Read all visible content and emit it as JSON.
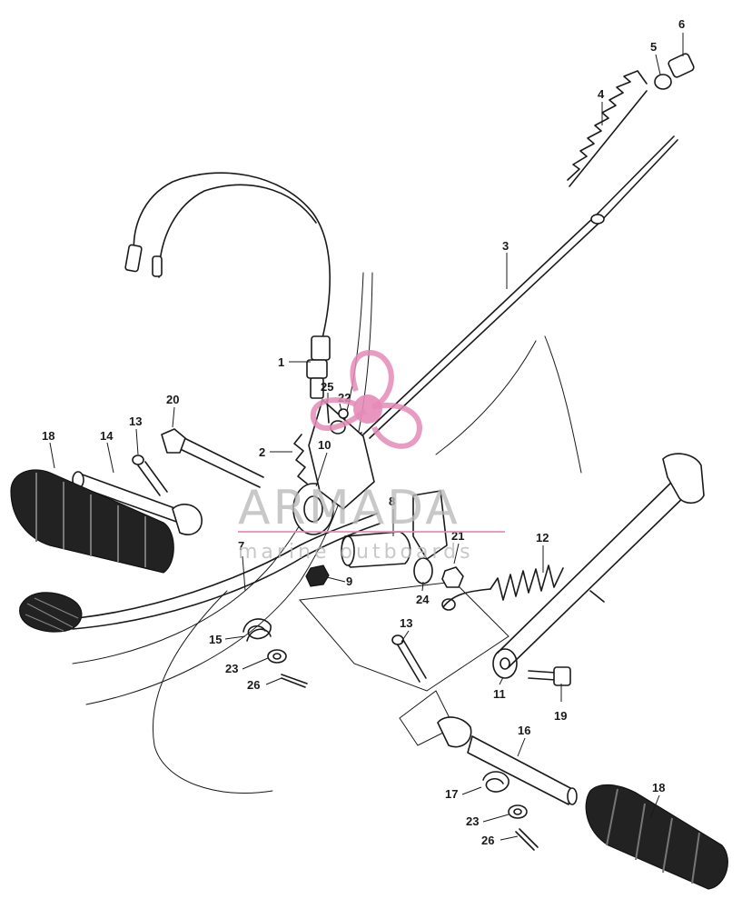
{
  "watermark": {
    "brand": "ARMADA",
    "tagline": "marine outboards",
    "colors": {
      "logo_pink": "#e58bb8",
      "text_grey": "#b9b9b9"
    }
  },
  "callouts": [
    {
      "id": "c1",
      "label": "1"
    },
    {
      "id": "c2",
      "label": "2"
    },
    {
      "id": "c3",
      "label": "3"
    },
    {
      "id": "c4",
      "label": "4"
    },
    {
      "id": "c5",
      "label": "5"
    },
    {
      "id": "c6",
      "label": "6"
    },
    {
      "id": "c7",
      "label": "7"
    },
    {
      "id": "c8",
      "label": "8"
    },
    {
      "id": "c9",
      "label": "9"
    },
    {
      "id": "c10",
      "label": "10"
    },
    {
      "id": "c11",
      "label": "11"
    },
    {
      "id": "c12",
      "label": "12"
    },
    {
      "id": "c13a",
      "label": "13"
    },
    {
      "id": "c13b",
      "label": "13"
    },
    {
      "id": "c14",
      "label": "14"
    },
    {
      "id": "c15",
      "label": "15"
    },
    {
      "id": "c16",
      "label": "16"
    },
    {
      "id": "c17",
      "label": "17"
    },
    {
      "id": "c18a",
      "label": "18"
    },
    {
      "id": "c18b",
      "label": "18"
    },
    {
      "id": "c19",
      "label": "19"
    },
    {
      "id": "c20",
      "label": "20"
    },
    {
      "id": "c21",
      "label": "21"
    },
    {
      "id": "c22",
      "label": "22"
    },
    {
      "id": "c23a",
      "label": "23"
    },
    {
      "id": "c23b",
      "label": "23"
    },
    {
      "id": "c24",
      "label": "24"
    },
    {
      "id": "c25",
      "label": "25"
    },
    {
      "id": "c26a",
      "label": "26"
    },
    {
      "id": "c26b",
      "label": "26"
    }
  ]
}
